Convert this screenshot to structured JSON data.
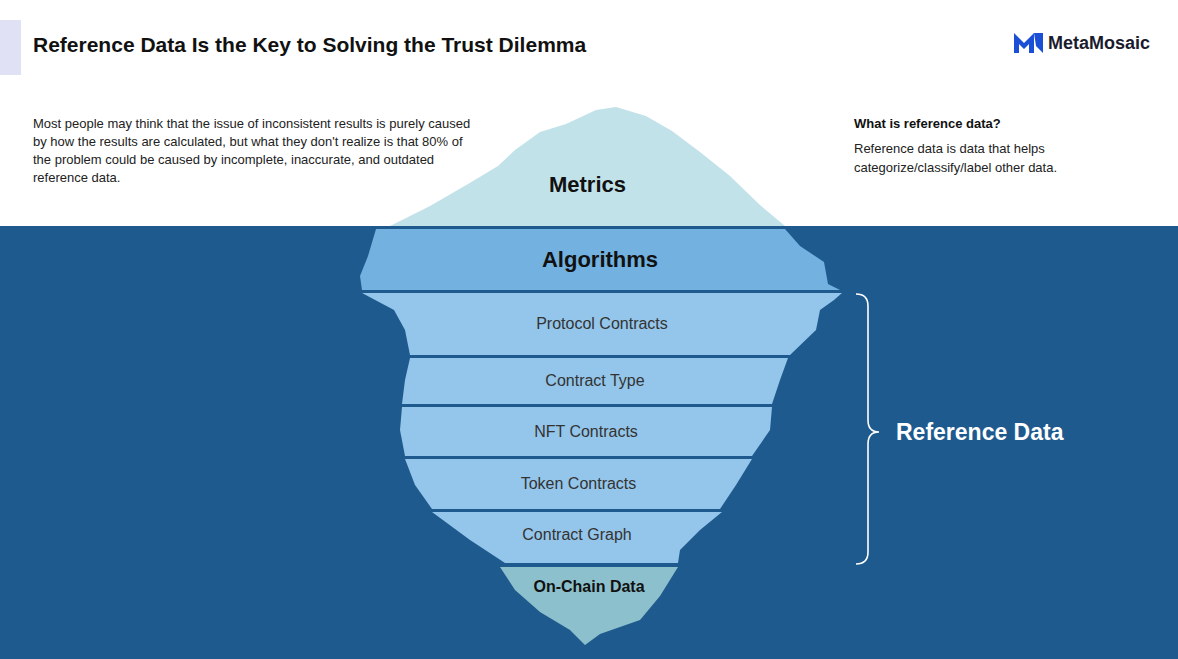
{
  "diagram": {
    "title": "Reference Data Is the Key to Solving the Trust Dilemma",
    "nodes": [
      {
        "text": [
          "Metrics"
        ]
      },
      {
        "text": [
          "Algorithms"
        ]
      },
      {
        "text": [
          "Protocol Contracts"
        ]
      },
      {
        "text": [
          "Contract Type"
        ]
      },
      {
        "text": [
          "NFT Contracts"
        ]
      },
      {
        "text": [
          "Token Contracts"
        ]
      },
      {
        "text": [
          "Contract Graph"
        ]
      },
      {
        "text": [
          "On-Chain Data"
        ]
      }
    ],
    "labels": [
      "Most people may think that the issue of inconsistent results is purely caused by how the results are calculated, but what they don't realize is that 80% of the problem could be caused by incomplete, inaccurate, and outdated reference data.",
      "What is reference data?",
      "Reference data is data that helps categorize/classify/label other data.",
      "Reference Data",
      "MetaMosaic"
    ]
  }
}
